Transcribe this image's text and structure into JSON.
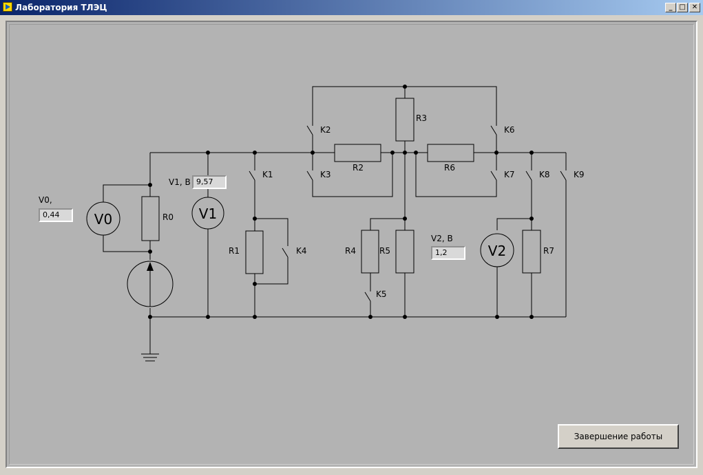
{
  "window": {
    "title": "Лаборатория ТЛЭЦ",
    "minimize_symbol": "_",
    "maximize_symbol": "□",
    "close_symbol": "✕"
  },
  "meters": {
    "v0": {
      "label": "V0,",
      "value": "0,44",
      "symbol": "V0"
    },
    "v1": {
      "label": "V1, В",
      "value": "9,57",
      "symbol": "V1"
    },
    "v2": {
      "label": "V2, В",
      "value": "1,2",
      "symbol": "V2"
    }
  },
  "resistors": {
    "r0": "R0",
    "r1": "R1",
    "r2": "R2",
    "r3": "R3",
    "r4": "R4",
    "r5": "R5",
    "r6": "R6",
    "r7": "R7"
  },
  "switches": {
    "k1": "K1",
    "k2": "K2",
    "k3": "K3",
    "k4": "K4",
    "k5": "K5",
    "k6": "K6",
    "k7": "K7",
    "k8": "K8",
    "k9": "K9"
  },
  "buttons": {
    "finish": "Завершение работы"
  },
  "icons": {
    "app": "labview-icon",
    "source": "current-source-icon",
    "ground": "ground-icon"
  }
}
